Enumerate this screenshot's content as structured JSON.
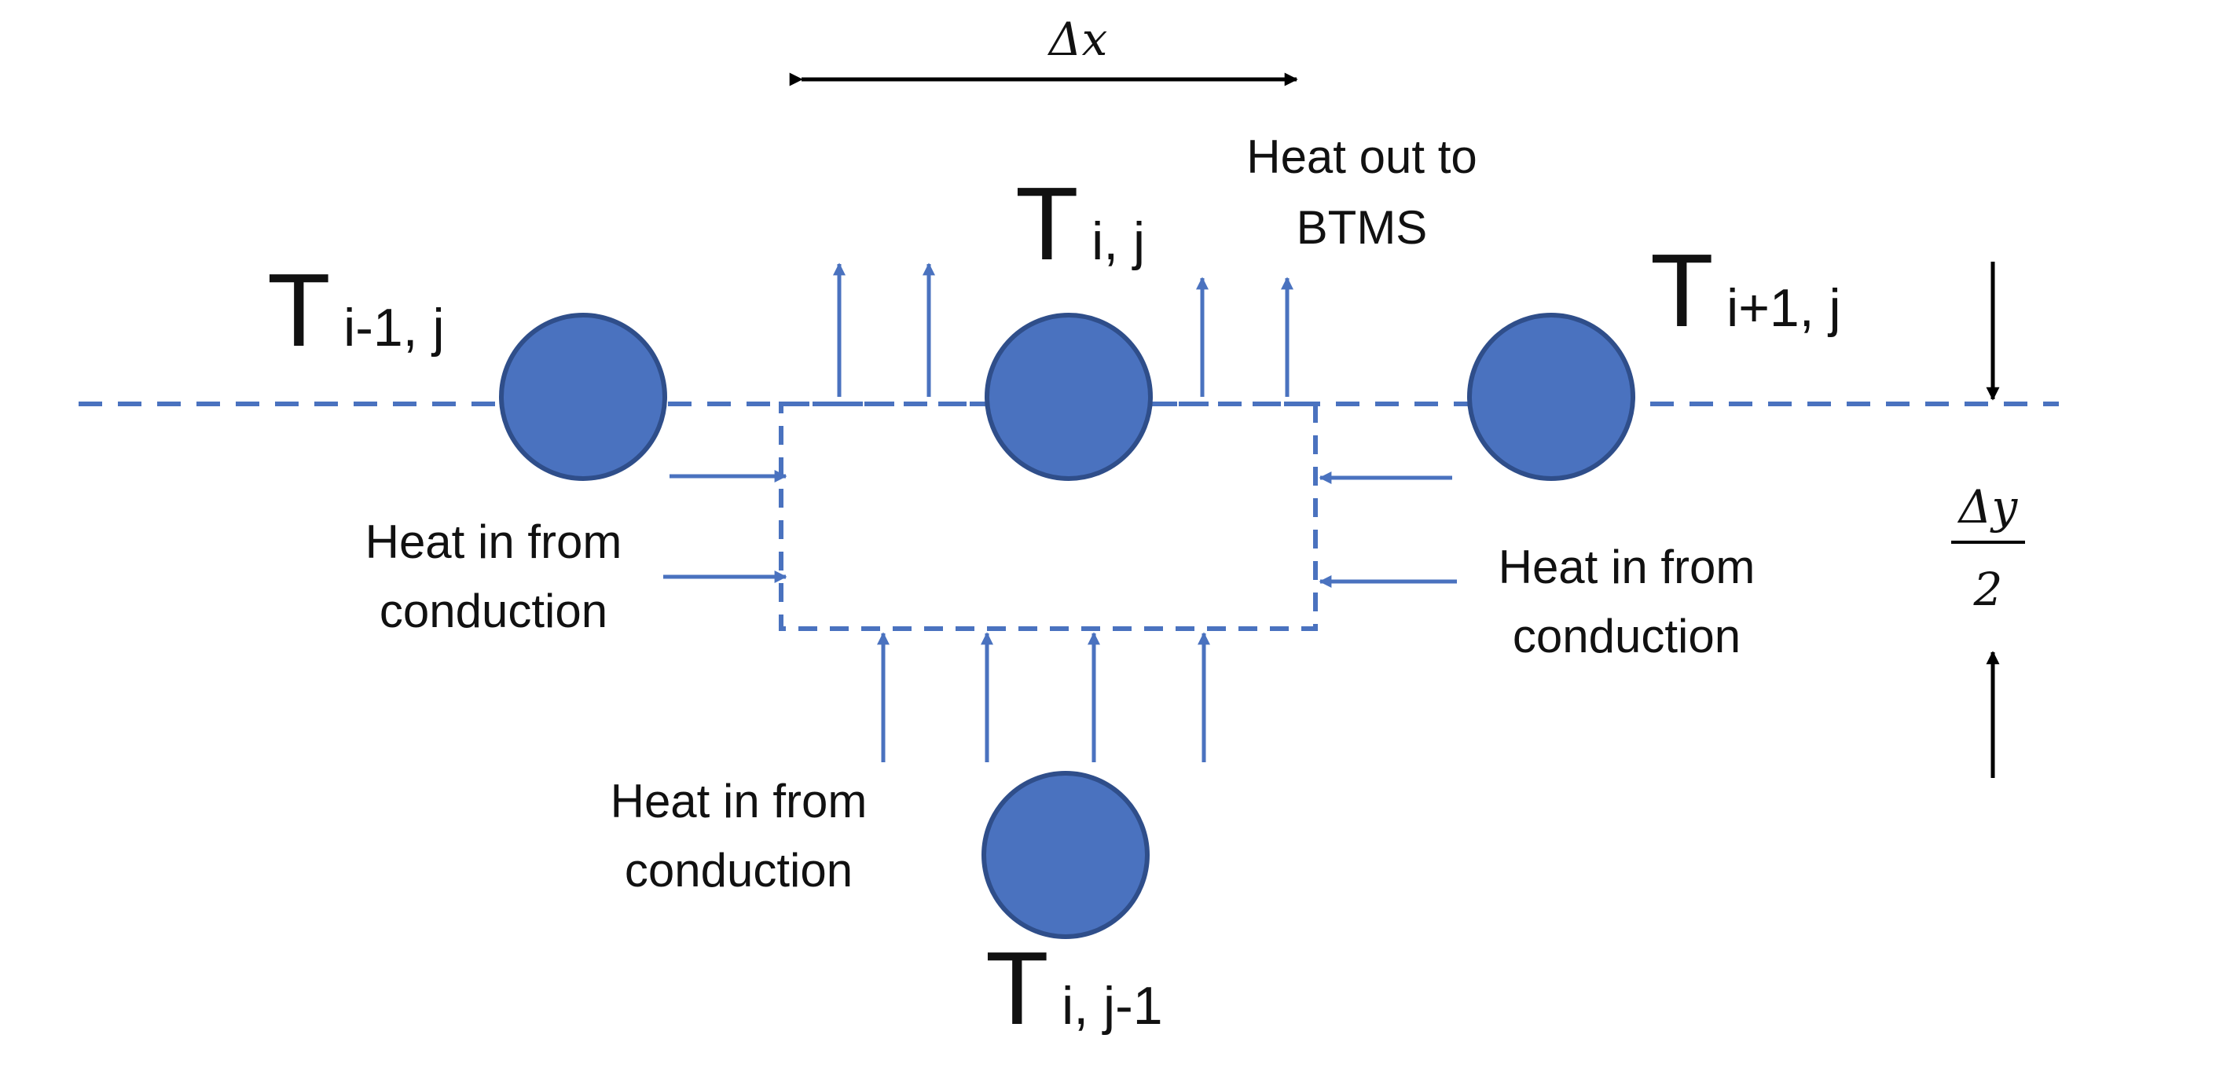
{
  "colors": {
    "node_fill": "#4a72bf",
    "node_stroke": "#2f4e8a",
    "flow": "#4a72bf",
    "dimension": "#000000"
  },
  "dimensions": {
    "dx": "Δx",
    "dy_numerator": "Δy",
    "dy_denominator": "2"
  },
  "nodes": {
    "center": {
      "T": "T",
      "sub": "i, j"
    },
    "left": {
      "T": "T",
      "sub": "i-1, j"
    },
    "right": {
      "T": "T",
      "sub": "i+1, j"
    },
    "below": {
      "T": "T",
      "sub": "i, j-1"
    }
  },
  "labels": {
    "heat_out": {
      "line1": "Heat out to",
      "line2": "BTMS"
    },
    "heat_in_left": {
      "line1": "Heat in from",
      "line2": "conduction"
    },
    "heat_in_right": {
      "line1": "Heat in from",
      "line2": "conduction"
    },
    "heat_in_bottom": {
      "line1": "Heat in from",
      "line2": "conduction"
    }
  }
}
